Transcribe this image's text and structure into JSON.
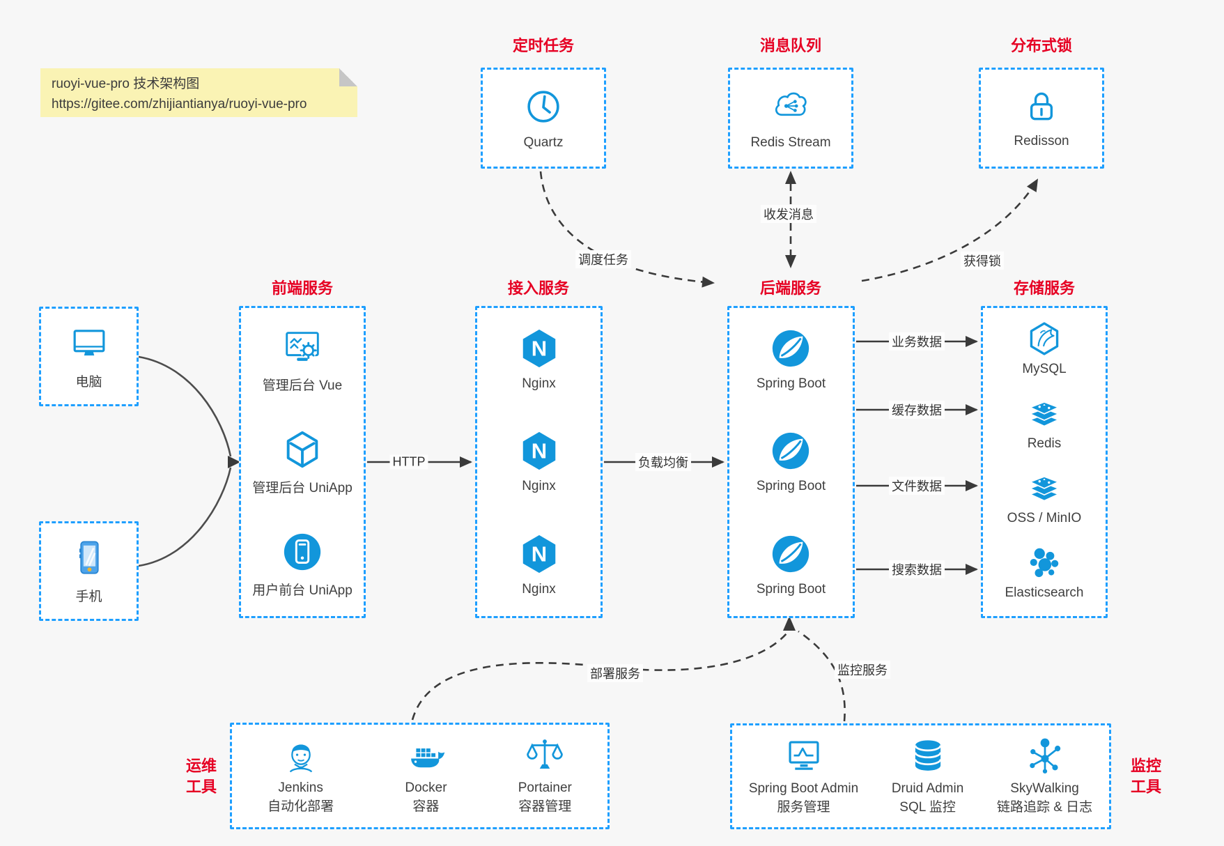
{
  "note": {
    "line1": "ruoyi-vue-pro 技术架构图",
    "line2": "https://gitee.com/zhijiantianya/ruoyi-vue-pro"
  },
  "colors": {
    "accent_blue": "#1e9fff",
    "icon_blue": "#1296db",
    "title_red": "#e60023",
    "arrow_dark": "#3a3a3a",
    "note_bg": "#faf3b4",
    "box_bg": "#ffffff",
    "canvas_bg": "#f7f7f7"
  },
  "top_groups": [
    {
      "title": "定时任务",
      "label": "Quartz",
      "icon": "clock-icon"
    },
    {
      "title": "消息队列",
      "label": "Redis Stream",
      "icon": "cloud-stream-icon"
    },
    {
      "title": "分布式锁",
      "label": "Redisson",
      "icon": "padlock-icon"
    }
  ],
  "clients": [
    {
      "label": "电脑",
      "icon": "desktop-icon"
    },
    {
      "label": "手机",
      "icon": "smartphone-icon"
    }
  ],
  "columns": [
    {
      "title": "前端服务",
      "items": [
        {
          "label": "管理后台 Vue"
        },
        {
          "label": "管理后台 UniApp"
        },
        {
          "label": "用户前台 UniApp"
        }
      ]
    },
    {
      "title": "接入服务",
      "items": [
        {
          "label": "Nginx"
        },
        {
          "label": "Nginx"
        },
        {
          "label": "Nginx"
        }
      ]
    },
    {
      "title": "后端服务",
      "items": [
        {
          "label": "Spring Boot"
        },
        {
          "label": "Spring Boot"
        },
        {
          "label": "Spring Boot"
        }
      ]
    },
    {
      "title": "存储服务",
      "items": [
        {
          "label": "MySQL"
        },
        {
          "label": "Redis"
        },
        {
          "label": "OSS / MinIO"
        },
        {
          "label": "Elasticsearch"
        }
      ]
    }
  ],
  "bottom_groups": [
    {
      "side_title": [
        "运维",
        "工具"
      ],
      "items": [
        {
          "name": "Jenkins",
          "desc": "自动化部署"
        },
        {
          "name": "Docker",
          "desc": "容器"
        },
        {
          "name": "Portainer",
          "desc": "容器管理"
        }
      ]
    },
    {
      "side_title": [
        "监控",
        "工具"
      ],
      "items": [
        {
          "name": "Spring Boot Admin",
          "desc": "服务管理"
        },
        {
          "name": "Druid Admin",
          "desc": "SQL 监控"
        },
        {
          "name": "SkyWalking",
          "desc": "链路追踪 & 日志"
        }
      ]
    }
  ],
  "edge_labels": {
    "http": "HTTP",
    "load_balance": "负载均衡",
    "schedule": "调度任务",
    "message": "收发消息",
    "lock": "获得锁",
    "business": "业务数据",
    "cache": "缓存数据",
    "file": "文件数据",
    "search": "搜索数据",
    "deploy": "部署服务",
    "monitor": "监控服务"
  }
}
